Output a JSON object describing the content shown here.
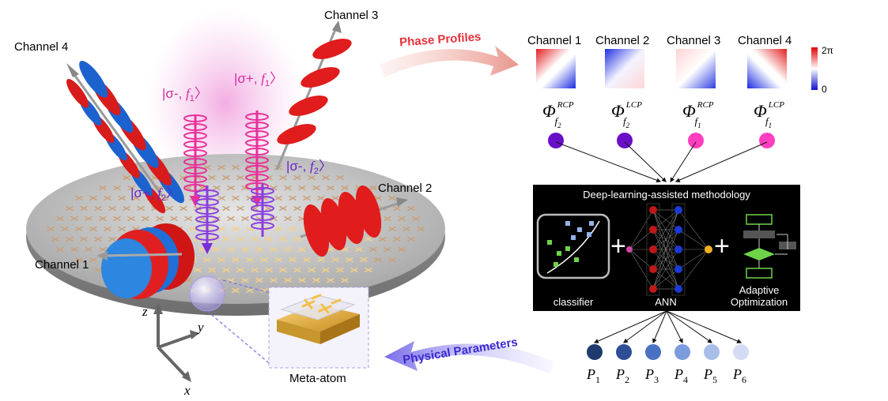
{
  "scene": {
    "channel_labels": [
      "Channel 1",
      "Channel 2",
      "Channel 3",
      "Channel 4"
    ],
    "state_sm_f1": {
      "pre": "|σ-, ",
      "f": "f",
      "sub": "1",
      "post": "〉"
    },
    "state_sp_f1": {
      "pre": "|σ+, ",
      "f": "f",
      "sub": "1",
      "post": "〉"
    },
    "state_sp_f2": {
      "pre": "|σ+, ",
      "f": "f",
      "sub": "2",
      "post": "〉"
    },
    "state_sm_f2": {
      "pre": "|σ-, ",
      "f": "f",
      "sub": "2",
      "post": "〉"
    },
    "axes": {
      "z": "z",
      "y": "y",
      "x": "x"
    },
    "meta_atom_label": "Meta-atom"
  },
  "arrows": {
    "phase_profiles": "Phase Profiles",
    "physical_parameters": "Physical Parameters"
  },
  "phase_panel": {
    "titles": [
      "Channel 1",
      "Channel 2",
      "Channel 3",
      "Channel 4"
    ],
    "colorbar_max": "2π",
    "colorbar_min": "0",
    "phis": [
      {
        "sym": "Φ",
        "sup": "RCP",
        "sub": "f",
        "subsub": "2"
      },
      {
        "sym": "Φ",
        "sup": "LCP",
        "sub": "f",
        "subsub": "2"
      },
      {
        "sym": "Φ",
        "sup": "RCP",
        "sub": "f",
        "subsub": "1"
      },
      {
        "sym": "Φ",
        "sup": "LCP",
        "sub": "f",
        "subsub": "1"
      }
    ],
    "node_colors": [
      "#6a0fc8",
      "#6a0fc8",
      "#ff3fbf",
      "#ff3fbf"
    ]
  },
  "dl_box": {
    "title": "Deep-learning-assisted methodology",
    "classifier_label": "classifier",
    "ann_label": "ANN",
    "opt_label_line1": "Adaptive",
    "opt_label_line2": "Optimization"
  },
  "params": {
    "labels": [
      {
        "p": "P",
        "sub": "1"
      },
      {
        "p": "P",
        "sub": "2"
      },
      {
        "p": "P",
        "sub": "3"
      },
      {
        "p": "P",
        "sub": "4"
      },
      {
        "p": "P",
        "sub": "5"
      },
      {
        "p": "P",
        "sub": "6"
      }
    ],
    "colors": [
      "#1f3a6e",
      "#2e4f96",
      "#4a71c4",
      "#7c9bdc",
      "#a9bde9",
      "#d3dcf3"
    ]
  }
}
